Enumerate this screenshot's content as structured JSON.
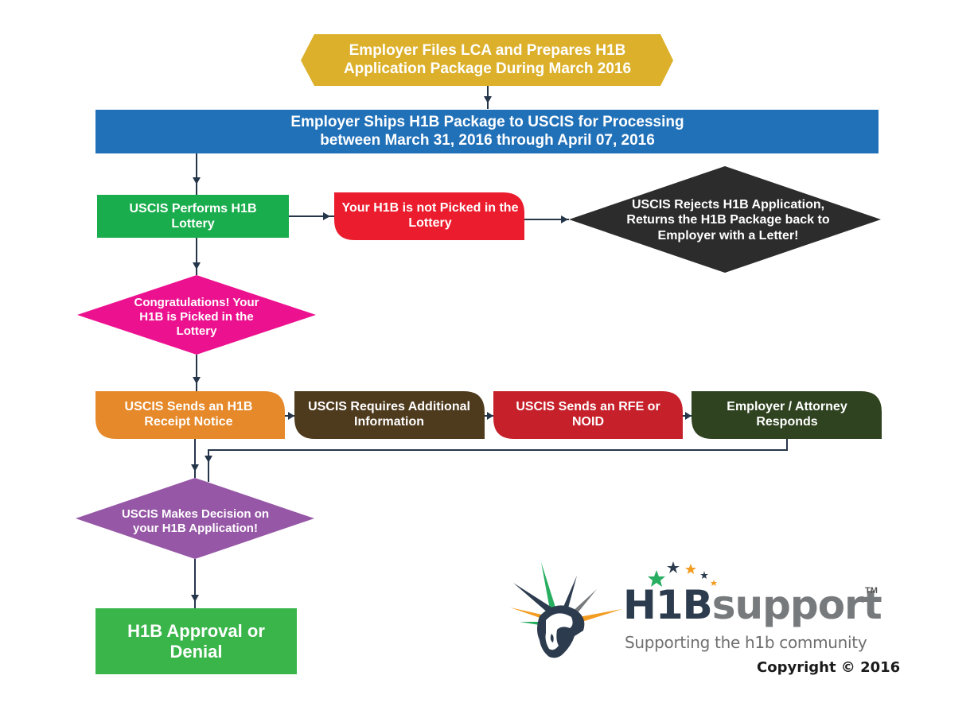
{
  "colors": {
    "connector": "#25364a",
    "start": "#dcb02a",
    "ship": "#2171b9",
    "lottery": "#1aad4d",
    "not_picked": "#eb1c2d",
    "rejects": "#2c2c2c",
    "picked": "#ec118f",
    "receipt": "#e6892a",
    "requires_info": "#4e3a1d",
    "rfe": "#c6202a",
    "responds": "#2f4320",
    "decision": "#9657a6",
    "result": "#39b54a",
    "logo_dark": "#2c3b4e",
    "logo_grey": "#777a7c",
    "logo_green": "#27ae60",
    "logo_orange": "#f39c22"
  },
  "nodes": {
    "start": {
      "shape": "hexagon",
      "text": "Employer Files LCA and Prepares H1B Application Package During March 2016"
    },
    "ship": {
      "shape": "rectangle",
      "text": "Employer Ships H1B Package to USCIS for Processing between March 31, 2016 through April 07, 2016"
    },
    "lottery": {
      "shape": "rectangle",
      "text": "USCIS Performs H1B Lottery"
    },
    "not_picked": {
      "shape": "rounded-tab",
      "text": "Your H1B is not Picked in the Lottery"
    },
    "rejects": {
      "shape": "diamond",
      "text": "USCIS Rejects H1B Application, Returns the H1B Package back to Employer with a Letter!"
    },
    "picked": {
      "shape": "diamond",
      "text": "Congratulations! Your H1B is Picked in the Lottery"
    },
    "receipt": {
      "shape": "rounded-tab",
      "text": "USCIS Sends an H1B Receipt Notice"
    },
    "requires_info": {
      "shape": "rounded-tab",
      "text": "USCIS Requires Additional Information"
    },
    "rfe": {
      "shape": "rounded-tab",
      "text": "USCIS Sends an RFE or NOID"
    },
    "responds": {
      "shape": "rounded-tab",
      "text": "Employer / Attorney Responds"
    },
    "decision": {
      "shape": "diamond",
      "text": "USCIS Makes Decision on your H1B Application!"
    },
    "result": {
      "shape": "rectangle",
      "text": "H1B Approval or Denial"
    }
  },
  "edges": [
    {
      "from": "start",
      "to": "ship"
    },
    {
      "from": "ship",
      "to": "lottery"
    },
    {
      "from": "lottery",
      "to": "not_picked"
    },
    {
      "from": "not_picked",
      "to": "rejects"
    },
    {
      "from": "lottery",
      "to": "picked"
    },
    {
      "from": "picked",
      "to": "receipt"
    },
    {
      "from": "receipt",
      "to": "requires_info"
    },
    {
      "from": "requires_info",
      "to": "rfe"
    },
    {
      "from": "rfe",
      "to": "responds"
    },
    {
      "from": "receipt",
      "to": "decision"
    },
    {
      "from": "responds",
      "to": "decision"
    },
    {
      "from": "decision",
      "to": "result"
    }
  ],
  "logo": {
    "brand_dark": "H1B",
    "brand_light": "support",
    "trademark": "TM",
    "tagline": "Supporting the h1b community",
    "copyright": "Copyright © 2016"
  }
}
